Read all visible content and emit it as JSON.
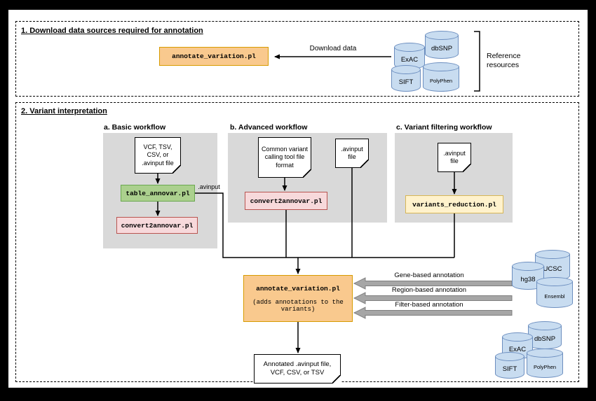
{
  "section1": {
    "title": "1. Download data sources required for annotation",
    "tool": "annotate_variation.pl",
    "download_label": "Download data",
    "bracket_label": "Reference resources",
    "databases": [
      "dbSNP",
      "ExAC",
      "PolyPhen",
      "SIFT"
    ]
  },
  "section2": {
    "title": "2. Variant interpretation",
    "workflows": {
      "a": {
        "title": "a. Basic workflow",
        "input": "VCF, TSV, CSV, or .avinput file",
        "tool1": "table_annovar.pl",
        "tool2": "convert2annovar.pl",
        "edge": ".avinput"
      },
      "b": {
        "title": "b. Advanced workflow",
        "input": "Common variant calling tool file format",
        "tool": "convert2annovar.pl",
        "avinput": ".avinput file"
      },
      "c": {
        "title": "c. Variant filtering workflow",
        "input": ".avinput file",
        "tool": "variants_reduction.pl"
      }
    },
    "annotator": {
      "name": "annotate_variation.pl",
      "note": "(adds annotations to the variants)"
    },
    "annotations": [
      "Gene-based annotation",
      "Region-based annotation",
      "Filter-based annotation"
    ],
    "gene_databases": [
      "UCSC",
      "hg38",
      "Ensembl"
    ],
    "filter_databases": [
      "dbSNP",
      "ExAC",
      "PolyPhen",
      "SIFT"
    ],
    "output": "Annotated .avinput file, VCF, CSV, or TSV"
  },
  "colors": {
    "tool_orange": "#F9C98E",
    "tool_green": "#ABD08E",
    "tool_pink": "#F7D9DB",
    "tool_yellow": "#FFF2CC",
    "database_blue": "#C8DCF0",
    "panel_gray": "#D9D9D9",
    "arrow_gray": "#A6A6A6"
  }
}
